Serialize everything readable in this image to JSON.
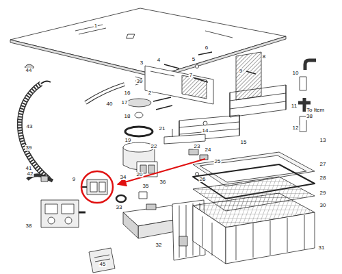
{
  "diagram": {
    "labels": [
      "1",
      "44",
      "3",
      "4",
      "6",
      "5",
      "7",
      "8",
      "9",
      "10",
      "11",
      "To Item 38",
      "12",
      "13",
      "39",
      "16",
      "17",
      "40",
      "18",
      "19",
      "2",
      "43",
      "20",
      "39",
      "41",
      "21",
      "22",
      "14",
      "23",
      "15",
      "24",
      "25",
      "36",
      "42",
      "26",
      "27",
      "28",
      "29",
      "30",
      "9",
      "34",
      "35",
      "33",
      "38",
      "31",
      "32",
      "45"
    ]
  }
}
